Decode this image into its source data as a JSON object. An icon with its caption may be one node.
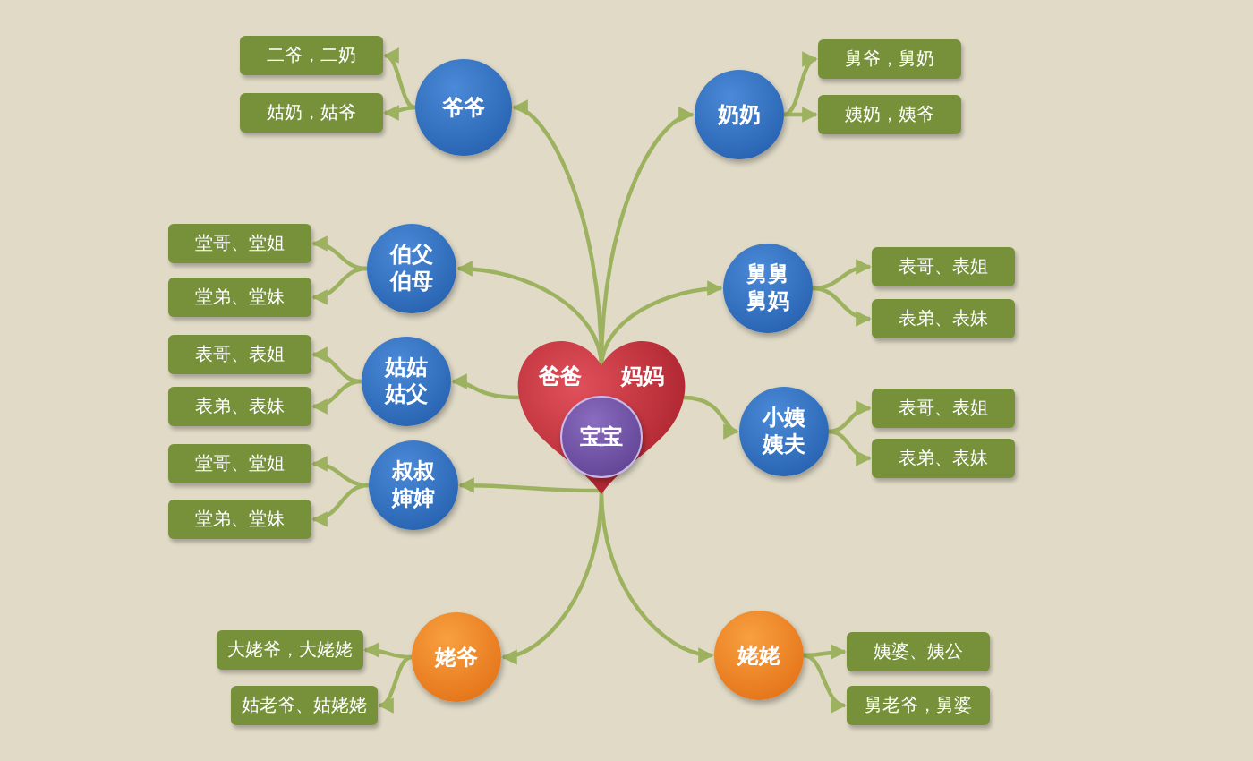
{
  "diagram": {
    "nodes": [
      {
        "text": [
          "爸爸",
          "妈妈"
        ]
      },
      {
        "text": [
          "宝宝"
        ],
        "in": 0
      },
      {
        "text": [
          "爷爷"
        ]
      },
      {
        "text": [
          "二爷，二奶"
        ]
      },
      {
        "text": [
          "姑奶，姑爷"
        ]
      },
      {
        "text": [
          "奶奶"
        ]
      },
      {
        "text": [
          "舅爷，舅奶"
        ]
      },
      {
        "text": [
          "姨奶，姨爷"
        ]
      },
      {
        "text": [
          "伯父伯母"
        ]
      },
      {
        "text": [
          "堂哥、堂姐"
        ]
      },
      {
        "text": [
          "堂弟、堂妹"
        ]
      },
      {
        "text": [
          "舅舅舅妈"
        ]
      },
      {
        "text": [
          "表哥、表姐"
        ]
      },
      {
        "text": [
          "表弟、表妹"
        ]
      },
      {
        "text": [
          "姑姑姑父"
        ]
      },
      {
        "text": [
          "表哥、表姐"
        ]
      },
      {
        "text": [
          "表弟、表妹"
        ]
      },
      {
        "text": [
          "叔叔婶婶"
        ]
      },
      {
        "text": [
          "堂哥、堂姐"
        ]
      },
      {
        "text": [
          "堂弟、堂妹"
        ]
      },
      {
        "text": [
          "小姨姨夫"
        ]
      },
      {
        "text": [
          "表哥、表姐"
        ]
      },
      {
        "text": [
          "表弟、表妹"
        ]
      },
      {
        "text": [
          "姥爷"
        ]
      },
      {
        "text": [
          "大姥爷，大姥姥"
        ]
      },
      {
        "text": [
          "姑老爷、姑姥姥"
        ]
      },
      {
        "text": [
          "姥姥"
        ]
      },
      {
        "text": [
          "姨婆、姨公"
        ]
      },
      {
        "text": [
          "舅老爷，舅婆"
        ]
      }
    ],
    "edges": [
      {
        "from": 0,
        "to": 2,
        "arrow": "to"
      },
      {
        "from": 2,
        "to": 3,
        "arrow": "to"
      },
      {
        "from": 2,
        "to": 4,
        "arrow": "to"
      },
      {
        "from": 0,
        "to": 5,
        "arrow": "to"
      },
      {
        "from": 5,
        "to": 6,
        "arrow": "to"
      },
      {
        "from": 5,
        "to": 7,
        "arrow": "to"
      },
      {
        "from": 0,
        "to": 8,
        "arrow": "to"
      },
      {
        "from": 8,
        "to": 9,
        "arrow": "to"
      },
      {
        "from": 8,
        "to": 10,
        "arrow": "to"
      },
      {
        "from": 0,
        "to": 11,
        "arrow": "to"
      },
      {
        "from": 11,
        "to": 12,
        "arrow": "to"
      },
      {
        "from": 11,
        "to": 13,
        "arrow": "to"
      },
      {
        "from": 0,
        "to": 14,
        "arrow": "to"
      },
      {
        "from": 14,
        "to": 15,
        "arrow": "to"
      },
      {
        "from": 14,
        "to": 16,
        "arrow": "to"
      },
      {
        "from": 0,
        "to": 17,
        "arrow": "to"
      },
      {
        "from": 17,
        "to": 18,
        "arrow": "to"
      },
      {
        "from": 17,
        "to": 19,
        "arrow": "to"
      },
      {
        "from": 0,
        "to": 20,
        "arrow": "to"
      },
      {
        "from": 20,
        "to": 21,
        "arrow": "to"
      },
      {
        "from": 20,
        "to": 22,
        "arrow": "to"
      },
      {
        "from": 0,
        "to": 23,
        "arrow": "to"
      },
      {
        "from": 23,
        "to": 24,
        "arrow": "to"
      },
      {
        "from": 23,
        "to": 25,
        "arrow": "to"
      },
      {
        "from": 0,
        "to": 26,
        "arrow": "to"
      },
      {
        "from": 26,
        "to": 27,
        "arrow": "to"
      },
      {
        "from": 26,
        "to": 28,
        "arrow": "to"
      }
    ]
  }
}
